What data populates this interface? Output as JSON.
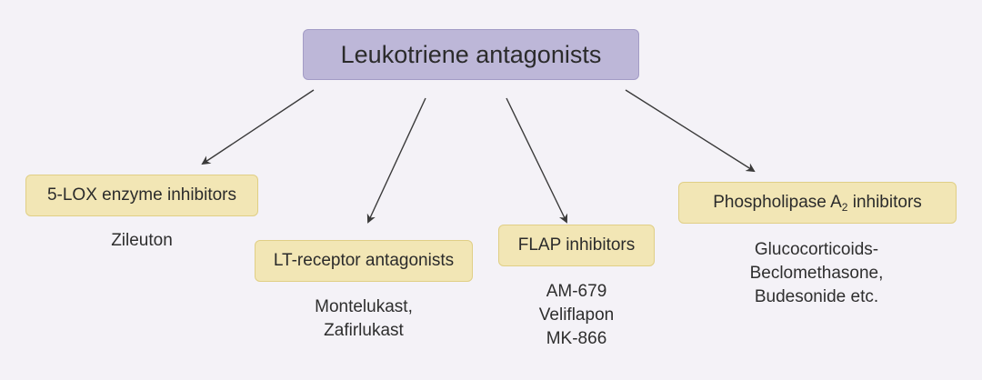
{
  "root": {
    "label": "Leukotriene antagonists"
  },
  "categories": [
    {
      "label": "5-LOX enzyme inhibitors",
      "examples": [
        "Zileuton"
      ]
    },
    {
      "label": "LT-receptor antagonists",
      "examples": [
        "Montelukast,",
        "Zafirlukast"
      ]
    },
    {
      "label": "FLAP inhibitors",
      "examples": [
        "AM-679",
        "Veliflapon",
        "MK-866"
      ]
    },
    {
      "label_main": "Phospholipase A",
      "label_sub": "2",
      "label_suffix": " inhibitors",
      "examples": [
        "Glucocorticoids-",
        "Beclomethasone,",
        "Budesonide etc."
      ]
    }
  ],
  "colors": {
    "root_fill": "#bdb7d8",
    "category_fill": "#f2e6b5",
    "arrow": "#3a3a3a",
    "background": "#f4f2f7"
  }
}
